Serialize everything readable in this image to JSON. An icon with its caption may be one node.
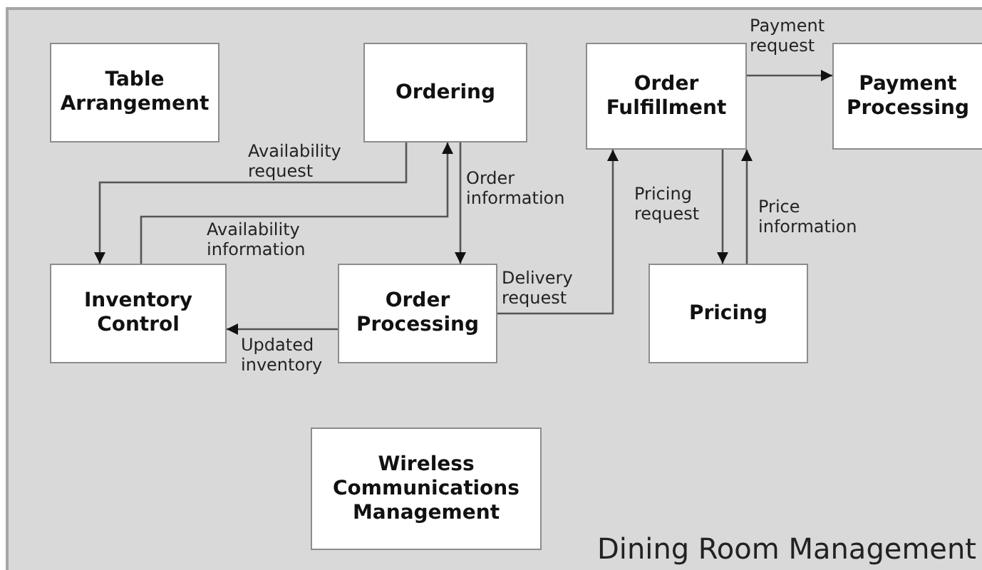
{
  "diagram": {
    "nodes": [
      {
        "text": [
          "Dining Room Management"
        ]
      },
      {
        "text": [
          "Table Arrangement"
        ],
        "in": 0
      },
      {
        "text": [
          "Ordering"
        ],
        "in": 0
      },
      {
        "text": [
          "Order Fulfillment"
        ],
        "in": 0
      },
      {
        "text": [
          "Payment Processing"
        ],
        "in": 0
      },
      {
        "text": [
          "Inventory Control"
        ],
        "in": 0
      },
      {
        "text": [
          "Order Processing"
        ],
        "in": 0
      },
      {
        "text": [
          "Pricing"
        ],
        "in": 0
      },
      {
        "text": [
          "Wireless Communications Management"
        ],
        "in": 0
      }
    ],
    "edges": [
      {
        "from": 2,
        "to": 5,
        "arrow": "to",
        "label": "Availability request"
      },
      {
        "from": 5,
        "to": 2,
        "arrow": "to",
        "label": "Availability information"
      },
      {
        "from": 2,
        "to": 6,
        "arrow": "to",
        "label": "Order information"
      },
      {
        "from": 6,
        "to": 3,
        "arrow": "to",
        "label": "Delivery request"
      },
      {
        "from": 3,
        "to": 7,
        "arrow": "to",
        "label": "Pricing request"
      },
      {
        "from": 7,
        "to": 3,
        "arrow": "to",
        "label": "Price information"
      },
      {
        "from": 3,
        "to": 4,
        "arrow": "to",
        "label": "Payment request"
      },
      {
        "from": 6,
        "to": 5,
        "arrow": "to",
        "label": "Updated inventory"
      }
    ]
  }
}
